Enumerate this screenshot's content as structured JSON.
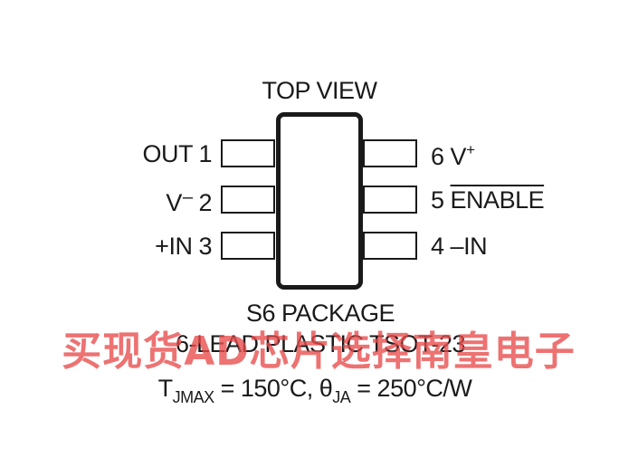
{
  "title": "TOP VIEW",
  "pins_left": [
    {
      "name": "OUT",
      "num": "1"
    },
    {
      "name": "V",
      "sup": "–",
      "num": "2"
    },
    {
      "name": "+IN",
      "num": "3"
    }
  ],
  "pins_right": [
    {
      "num": "6",
      "name": "V",
      "sup": "+"
    },
    {
      "num": "5",
      "name": "ENABLE",
      "overline": true
    },
    {
      "num": "4",
      "name": "–IN"
    }
  ],
  "package_name": "S6 PACKAGE",
  "package_desc": "6-LEAD PLASTIC TSOT-23",
  "thermal": {
    "t_symbol": "T",
    "t_sub": "JMAX",
    "t_value": " = 150°C, ",
    "theta_symbol": "θ",
    "theta_sub": "JA",
    "theta_value": " = 250°C/W"
  },
  "watermark": "买现货AD芯片选择南皇电子"
}
